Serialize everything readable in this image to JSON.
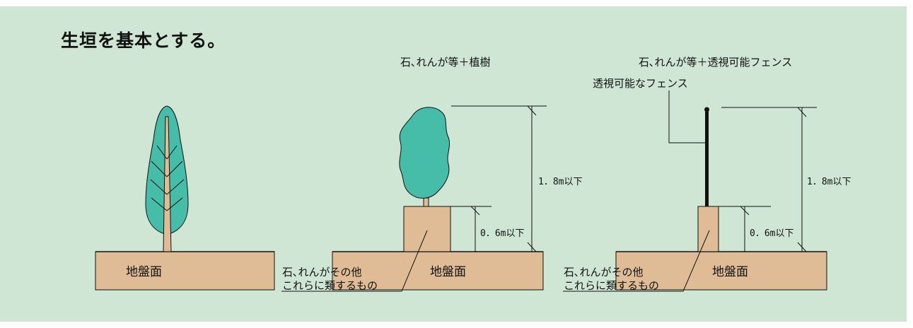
{
  "heading": "生垣を基本とする。",
  "figures": [
    {
      "caption": "",
      "ground_label": "地盤面"
    },
    {
      "caption": "石､れんが等＋植樹",
      "ground_label": "地盤面",
      "height_total": "1．8m以下",
      "height_base": "0．6m以下",
      "base_note_line1": "石､れんがその他",
      "base_note_line2": "これらに類するもの"
    },
    {
      "caption": "石､れんが等＋透視可能フェンス",
      "fence_label": "透視可能なフェンス",
      "ground_label": "地盤面",
      "height_total": "1．8m以下",
      "height_base": "0．6m以下",
      "base_note_line1": "石､れんがその他",
      "base_note_line2": "これらに類するもの"
    }
  ],
  "colors": {
    "background": "#cfe6d4",
    "ground": "#e0bc96",
    "foliage": "#45bda8",
    "trunk": "#e0bc96",
    "line": "#111111"
  }
}
